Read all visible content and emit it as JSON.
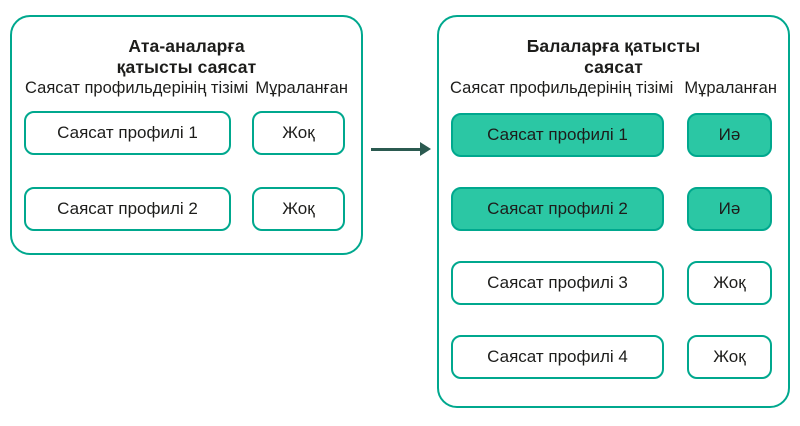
{
  "colors": {
    "accent": "#00A88E",
    "fill": "#2BC7A4",
    "arrow": "#2B5A50",
    "text": "#1D1D1B",
    "bg": "#FFFFFF"
  },
  "panels": {
    "parent": {
      "title_line1": "Ата-аналарға",
      "title_line2": "қатысты саясат",
      "col_profiles": "Саясат профильдерінің тізімі",
      "col_inherited": "Мұраланған",
      "rows": [
        {
          "profile": "Саясат профилі 1",
          "inherited": "Жоқ",
          "highlight": false
        },
        {
          "profile": "Саясат профилі 2",
          "inherited": "Жоқ",
          "highlight": false
        }
      ]
    },
    "child": {
      "title_line1": "Балаларға қатысты",
      "title_line2": "саясат",
      "col_profiles": "Саясат профильдерінің тізімі",
      "col_inherited": "Мұраланған",
      "rows": [
        {
          "profile": "Саясат профилі 1",
          "inherited": "Иә",
          "highlight": true
        },
        {
          "profile": "Саясат профилі 2",
          "inherited": "Иә",
          "highlight": true
        },
        {
          "profile": "Саясат профилі 3",
          "inherited": "Жоқ",
          "highlight": false
        },
        {
          "profile": "Саясат профилі 4",
          "inherited": "Жоқ",
          "highlight": false
        }
      ]
    }
  }
}
